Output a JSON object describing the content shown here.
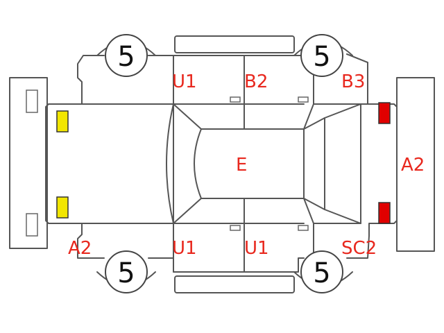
{
  "tires": {
    "front_left": "5",
    "front_right": "5",
    "rear_left": "5",
    "rear_right": "5"
  },
  "codes": {
    "front_bumper": "A2",
    "rear_bumper_corner": "A2",
    "upper_front_door": "U1",
    "upper_rear_door": "B2",
    "upper_rear_quarter": "B3",
    "roof": "E",
    "lower_front_door": "U1",
    "lower_rear_door": "U1",
    "lower_rear_quarter": "SC2"
  },
  "colors": {
    "code_text": "#e8281e",
    "front_lamp": "#f2e600",
    "rear_lamp": "#e00000",
    "outline": "#555555"
  }
}
